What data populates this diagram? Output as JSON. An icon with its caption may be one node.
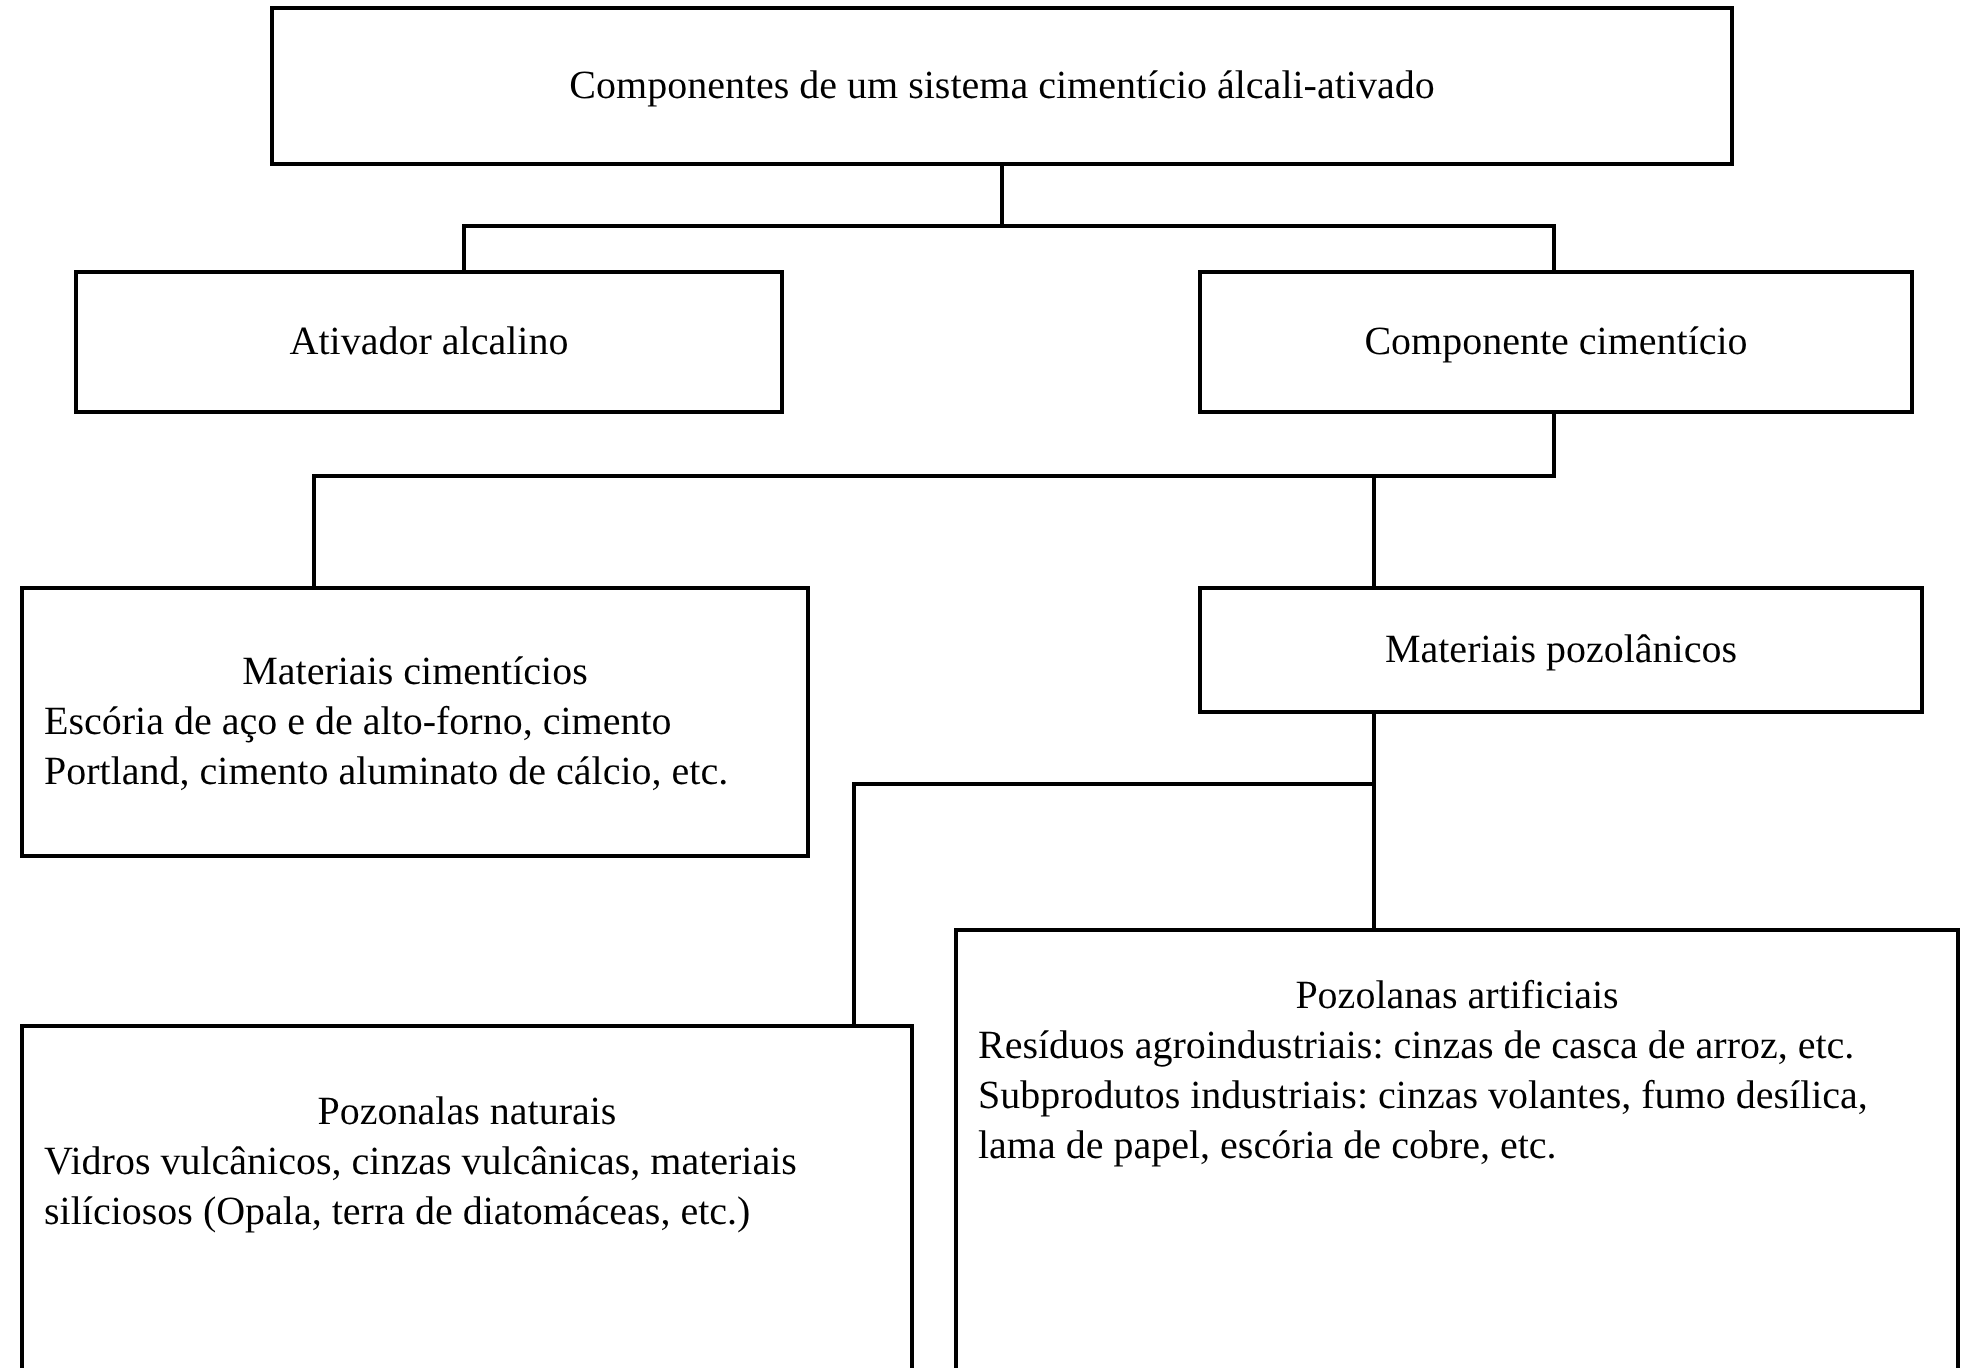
{
  "diagram": {
    "nodes": [
      {
        "text": [
          "Componentes de um sistema cimentício álcali-ativado"
        ]
      },
      {
        "text": [
          "Ativador alcalino"
        ]
      },
      {
        "text": [
          "Componente cimentício"
        ]
      },
      {
        "text": [
          "Materiais cimentícios",
          "Escória de aço e de alto-forno, cimento Portland, cimento aluminato de cálcio, etc."
        ]
      },
      {
        "text": [
          "Materiais pozolânicos"
        ]
      },
      {
        "text": [
          "Pozonalas naturais",
          "Vidros vulcânicos, cinzas vulcânicas, materiais silíciosos (Opala, terra de diatomáceas, etc.)"
        ]
      },
      {
        "text": [
          "Pozolanas artificiais",
          "Resíduos agroindustriais: cinzas de casca de arroz, etc.",
          "Subprodutos industriais: cinzas volantes, fumo desílica, lama de papel, escória de cobre, etc."
        ]
      }
    ],
    "edges": [
      {
        "from": 0,
        "to": 1,
        "arrow": "none"
      },
      {
        "from": 0,
        "to": 2,
        "arrow": "none"
      },
      {
        "from": 2,
        "to": 3,
        "arrow": "none"
      },
      {
        "from": 2,
        "to": 4,
        "arrow": "none"
      },
      {
        "from": 4,
        "to": 5,
        "arrow": "none"
      },
      {
        "from": 4,
        "to": 6,
        "arrow": "none"
      }
    ]
  }
}
